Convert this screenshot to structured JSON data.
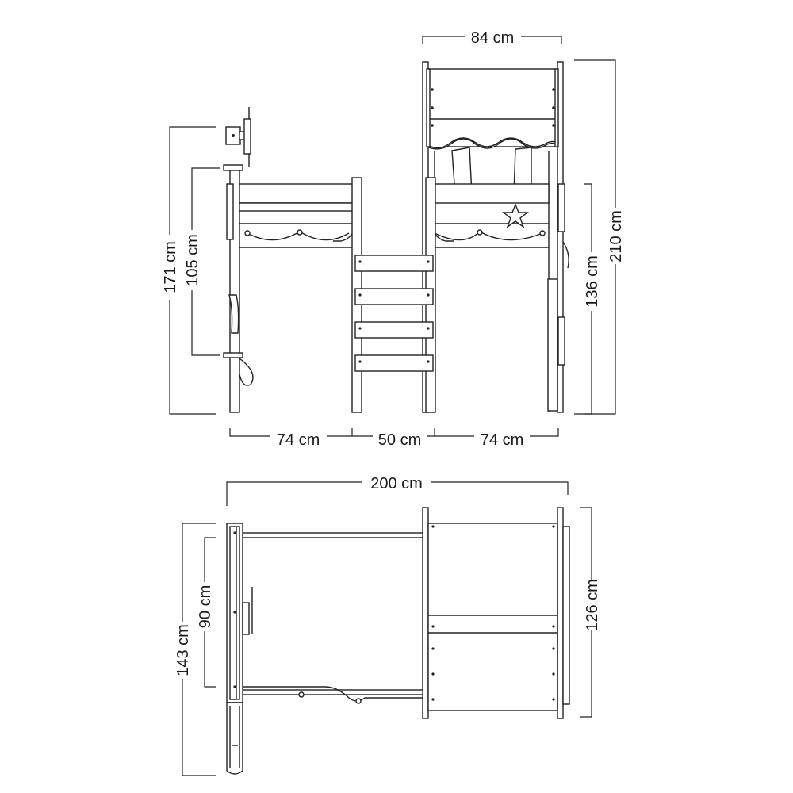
{
  "front_view": {
    "width_top": "84 cm",
    "total_height": "210 cm",
    "left_height": "171 cm",
    "left_inner_height": "105 cm",
    "right_height": "136 cm",
    "span_left": "74 cm",
    "span_middle": "50 cm",
    "span_right": "74 cm"
  },
  "top_view": {
    "total_length": "200 cm",
    "left_depth": "143 cm",
    "left_inner_depth": "90 cm",
    "right_depth": "126 cm"
  }
}
